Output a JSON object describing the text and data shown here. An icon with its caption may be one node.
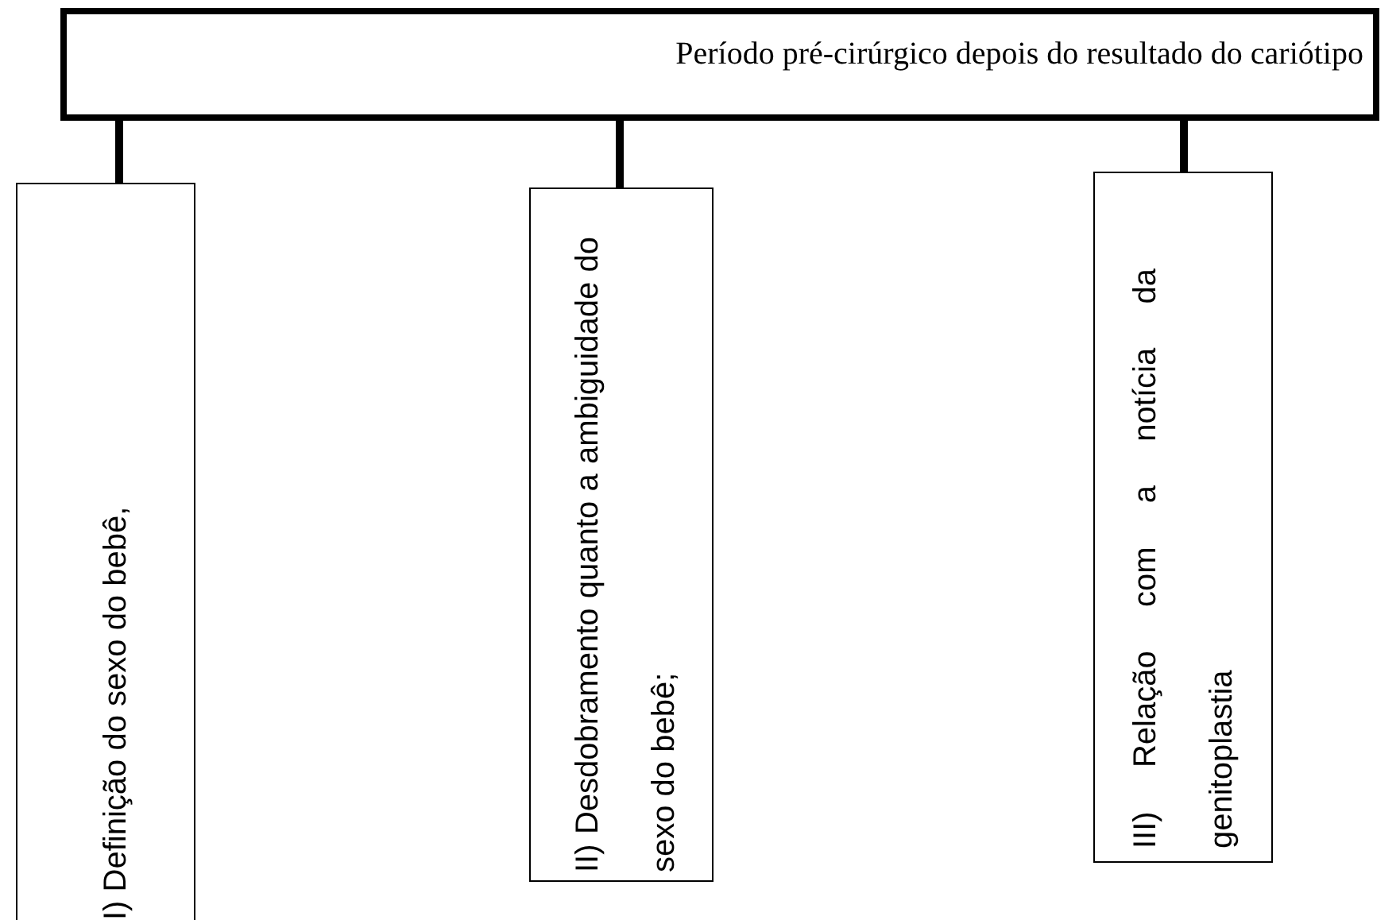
{
  "diagram": {
    "nodes": [
      {
        "text": [
          "Período pré-cirúrgico depois do resultado do cariótipo"
        ]
      },
      {
        "text": [
          "I) Definição do sexo do bebê,"
        ]
      },
      {
        "text": [
          "II) Desdobramento quanto a ambiguidade do sexo do bebê;"
        ]
      },
      {
        "text": [
          "III) Relação com a notícia da genitoplastia"
        ]
      }
    ],
    "edges": [
      {
        "from": 0,
        "to": 1,
        "arrow": "none"
      },
      {
        "from": 0,
        "to": 2,
        "arrow": "none"
      },
      {
        "from": 0,
        "to": 3,
        "arrow": "none"
      }
    ]
  }
}
